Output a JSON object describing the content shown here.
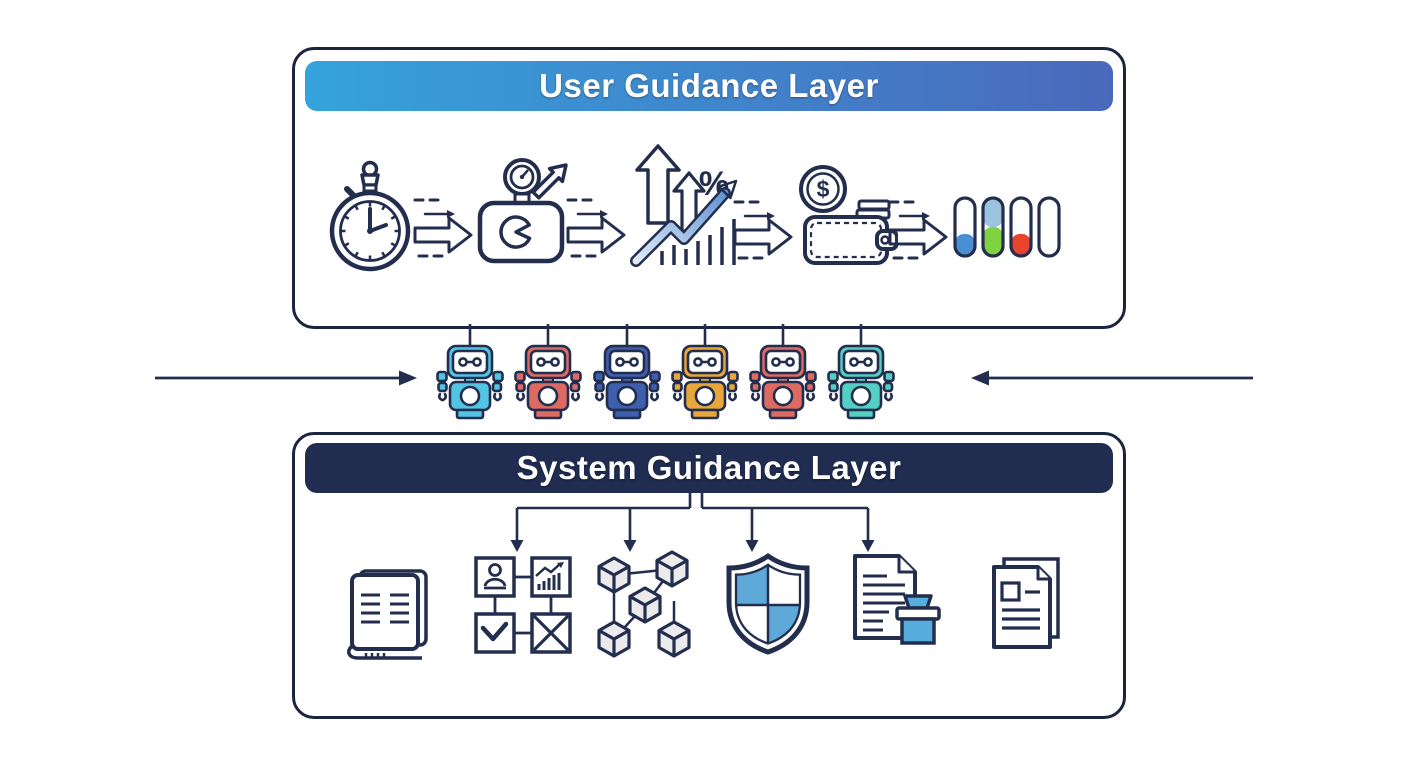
{
  "colors": {
    "ink": "#232e4e",
    "box_border": "#1b2540",
    "user_header_start": "#35a3dc",
    "user_header_end": "#4a69bc",
    "system_header": "#202c50",
    "cube_gray": "#ebebeb",
    "pill_blue": "#4a8fd4",
    "pill_light_blue": "#9ac4de",
    "pill_green": "#7ed33f",
    "pill_red": "#e8442e",
    "shield_blue": "#5ea9d8",
    "stamp_blue": "#56aede",
    "flow_arrow_gradient": [
      "#eef4fb",
      "#8fb2de"
    ],
    "up_arrow_gradient": [
      "#fdfeff",
      "#b9cfe9"
    ],
    "trend_arrow_gradient": [
      "#dfeaf6",
      "#6293d2"
    ],
    "trend_arrow_head": "#5b86c8"
  },
  "user_guidance_layer": {
    "title": "User Guidance Layer",
    "percent_symbol": "%",
    "dollar_symbol": "$",
    "flow_icons": [
      {
        "name": "stopwatch-icon"
      },
      {
        "name": "gauge-meter-box-icon"
      },
      {
        "name": "growth-chart-percent-icon"
      },
      {
        "name": "wallet-money-icon"
      },
      {
        "name": "pill-capsules-icon"
      }
    ]
  },
  "agents_row": {
    "robots": [
      {
        "name": "robot-agent-1",
        "color": "#52c5e4"
      },
      {
        "name": "robot-agent-2",
        "color": "#dd6a63"
      },
      {
        "name": "robot-agent-3",
        "color": "#3d5fae"
      },
      {
        "name": "robot-agent-4",
        "color": "#e9a73b"
      },
      {
        "name": "robot-agent-5",
        "color": "#dd6a63"
      },
      {
        "name": "robot-agent-6",
        "color": "#54cfc4"
      }
    ]
  },
  "system_guidance_layer": {
    "title": "System Guidance Layer",
    "icons": [
      {
        "name": "knowledge-book-icon"
      },
      {
        "name": "patient-flowchart-icon"
      },
      {
        "name": "network-cubes-icon"
      },
      {
        "name": "shield-security-icon"
      },
      {
        "name": "document-stamp-icon"
      },
      {
        "name": "document-pages-icon"
      }
    ]
  }
}
